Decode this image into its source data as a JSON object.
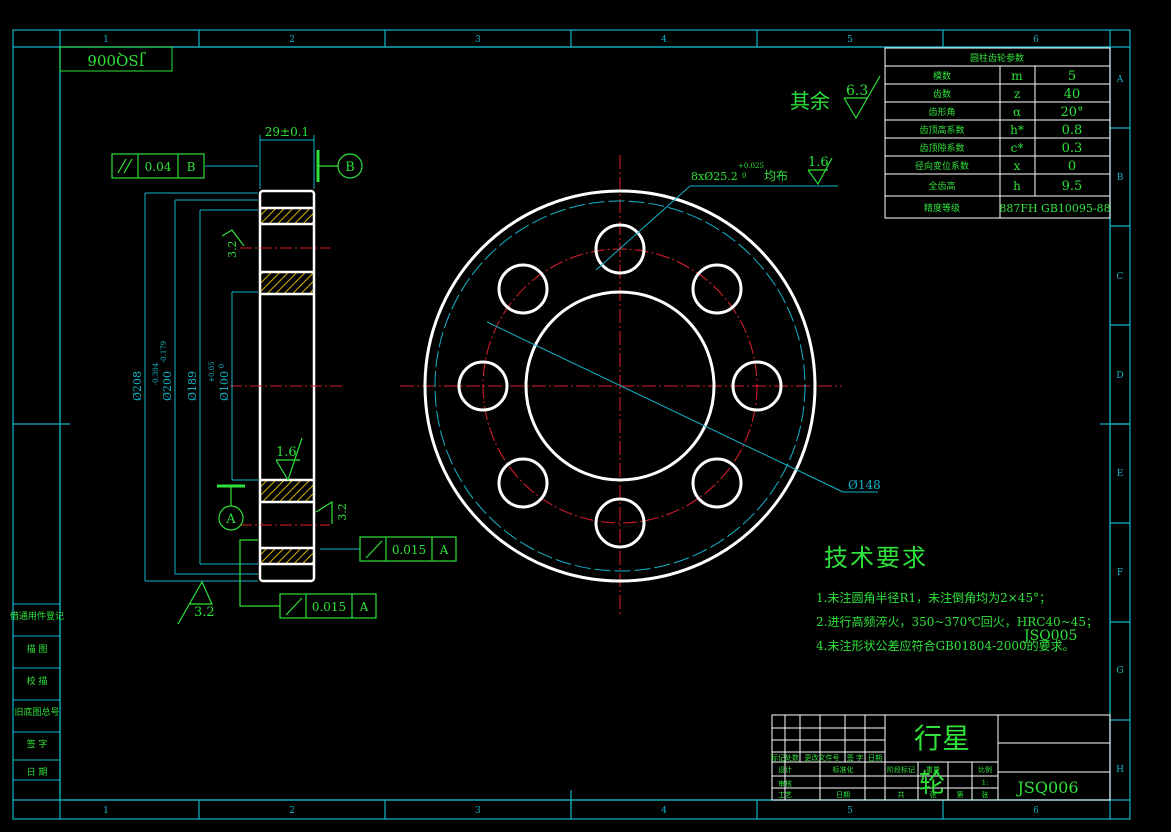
{
  "drawing_number": "JSQ006",
  "drawing_number_rotated": "JSQ006",
  "watermark_code": "JSQ005",
  "part_name_line1": "行星",
  "part_name_line2": "轮",
  "grid_columns": [
    "1",
    "2",
    "3",
    "4",
    "5",
    "6"
  ],
  "grid_rows": [
    "A",
    "B",
    "C",
    "D",
    "E",
    "F",
    "G",
    "H"
  ],
  "roughness_rest_label": "其余",
  "roughness_rest_value": "6.3",
  "gear_table": {
    "title": "圆柱齿轮参数",
    "rows": [
      {
        "name": "模数",
        "sym": "m",
        "val": "5"
      },
      {
        "name": "齿数",
        "sym": "z",
        "val": "40"
      },
      {
        "name": "齿形角",
        "sym": "α",
        "val": "20°"
      },
      {
        "name": "齿顶高系数",
        "sym": "h*",
        "val": "0.8"
      },
      {
        "name": "齿顶隙系数",
        "sym": "c*",
        "val": "0.3"
      },
      {
        "name": "径向变位系数",
        "sym": "x",
        "val": "0"
      },
      {
        "name": "全齿高",
        "sym": "h",
        "val": "9.5"
      },
      {
        "name": "精度等级",
        "sym": "",
        "val": "887FH GB10095-88"
      }
    ]
  },
  "section": {
    "width_dim": "29±0.1",
    "parallel_tol": "0.04",
    "parallel_datum": "B",
    "datum_b": "B",
    "datum_a": "A",
    "dia_208": "Ø208",
    "dia_200": "Ø200",
    "dia_200_tol_upper": "-0.304",
    "dia_200_tol_lower": "-0.179",
    "dia_189": "Ø189",
    "dia_100": "Ø100",
    "dia_100_tol": "+0.05",
    "dia_100_tol_lower": "0",
    "rough_left": "3.2",
    "rough_center": "1.6",
    "rough_right": "3.2",
    "rough_bottom": "3.2",
    "runout_right_tol": "0.015",
    "runout_right_datum": "A",
    "runout_bottom_tol": "0.015",
    "runout_bottom_datum": "A"
  },
  "front": {
    "holes_prefix": "8xØ25.2",
    "holes_tol_upper": "+0.025",
    "holes_tol_lower": "0",
    "holes_suffix": "均布",
    "hole_roughness": "1.6",
    "pitch_dia": "Ø148"
  },
  "tech_req": {
    "title": "技术要求",
    "items": [
      "1.未注圆角半径R1，未注倒角均为2×45°；",
      "2.进行高频淬火，350~370℃回火，HRC40~45；",
      "4.未注形状公差应符合GB01804-2000的要求。"
    ]
  },
  "left_strip": [
    "借通用件登记",
    "描 图",
    "校 描",
    "旧底图总号",
    "签 字",
    "日 期"
  ],
  "title_block": {
    "row1": [
      "标记",
      "处数",
      "更改文件号",
      "签 字",
      "日期"
    ],
    "row2": [
      "设计",
      "",
      "标准化"
    ],
    "row3": [
      "审核"
    ],
    "row4": [
      "工艺",
      "",
      "日期"
    ],
    "stage_label": "阶段标记",
    "weight_label": "重量",
    "ratio_label": "比例",
    "ratio_value": "1:",
    "sheet_total": "共",
    "sheet_label": "张",
    "sheet_no": "第",
    "sheet_label2": "张"
  }
}
